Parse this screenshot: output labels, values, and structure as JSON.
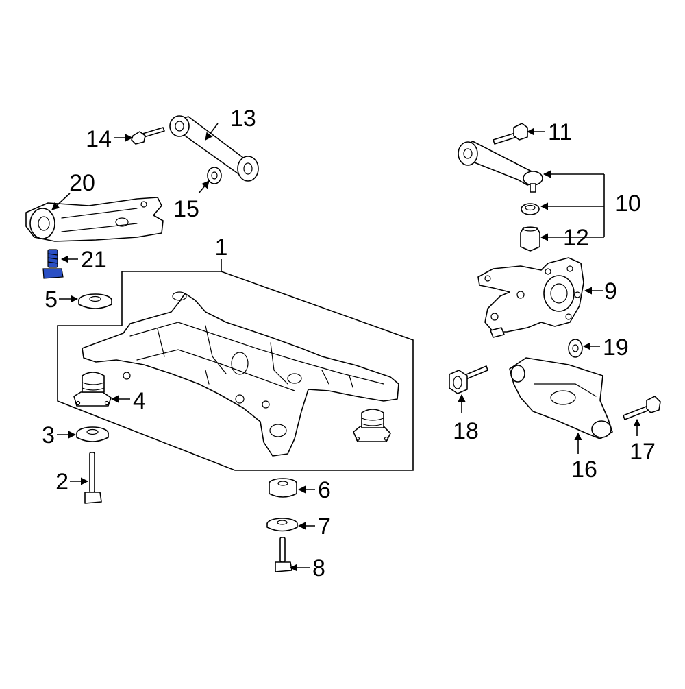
{
  "diagram": {
    "highlight_color": "#2a4fc4",
    "highlighted_part": "21",
    "callouts": {
      "c1": "1",
      "c2": "2",
      "c3": "3",
      "c4": "4",
      "c5": "5",
      "c6": "6",
      "c7": "7",
      "c8": "8",
      "c9": "9",
      "c10": "10",
      "c11": "11",
      "c12": "12",
      "c13": "13",
      "c14": "14",
      "c15": "15",
      "c16": "16",
      "c17": "17",
      "c18": "18",
      "c19": "19",
      "c20": "20",
      "c21": "21"
    }
  }
}
